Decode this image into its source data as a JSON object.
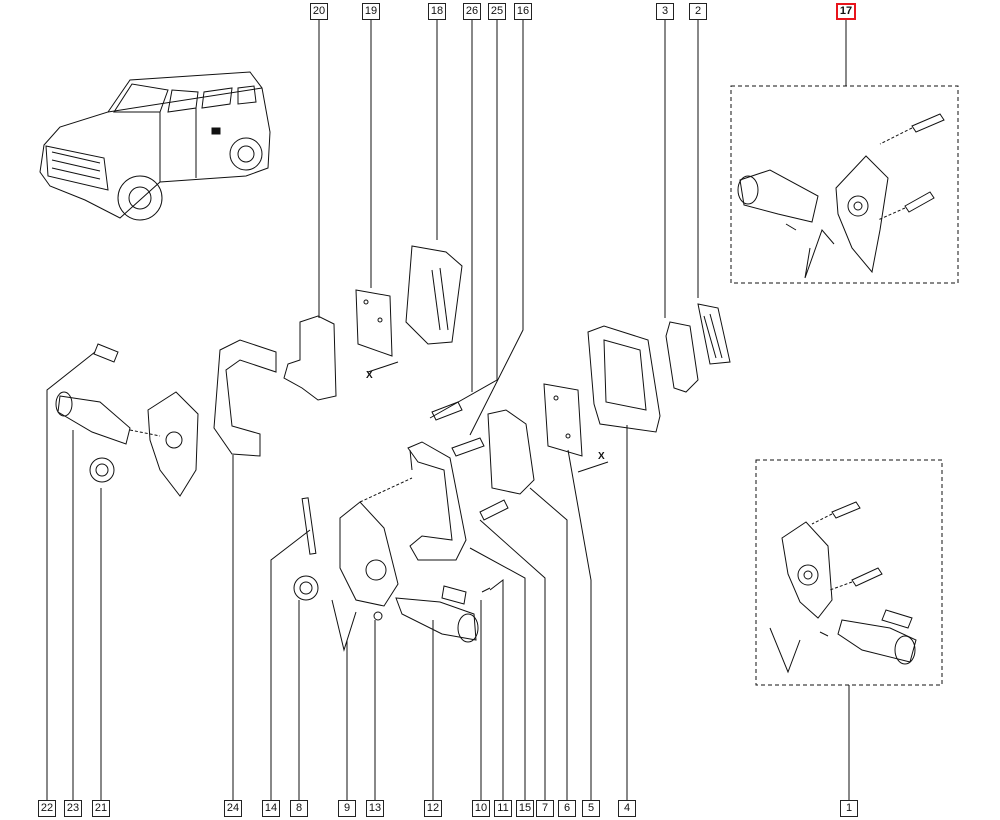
{
  "callouts": {
    "c1": "1",
    "c2": "2",
    "c3": "3",
    "c4": "4",
    "c5": "5",
    "c6": "6",
    "c7": "7",
    "c8": "8",
    "c9": "9",
    "c10": "10",
    "c11": "11",
    "c12": "12",
    "c13": "13",
    "c14": "14",
    "c15": "15",
    "c16": "16",
    "c17": "17",
    "c18": "18",
    "c19": "19",
    "c20": "20",
    "c21": "21",
    "c22": "22",
    "c23": "23",
    "c24": "24",
    "c25": "25",
    "c26": "26"
  },
  "marks": {
    "x_left": "X",
    "x_right": "X"
  },
  "colors": {
    "line": "#111111",
    "highlight": "#e8141c"
  }
}
